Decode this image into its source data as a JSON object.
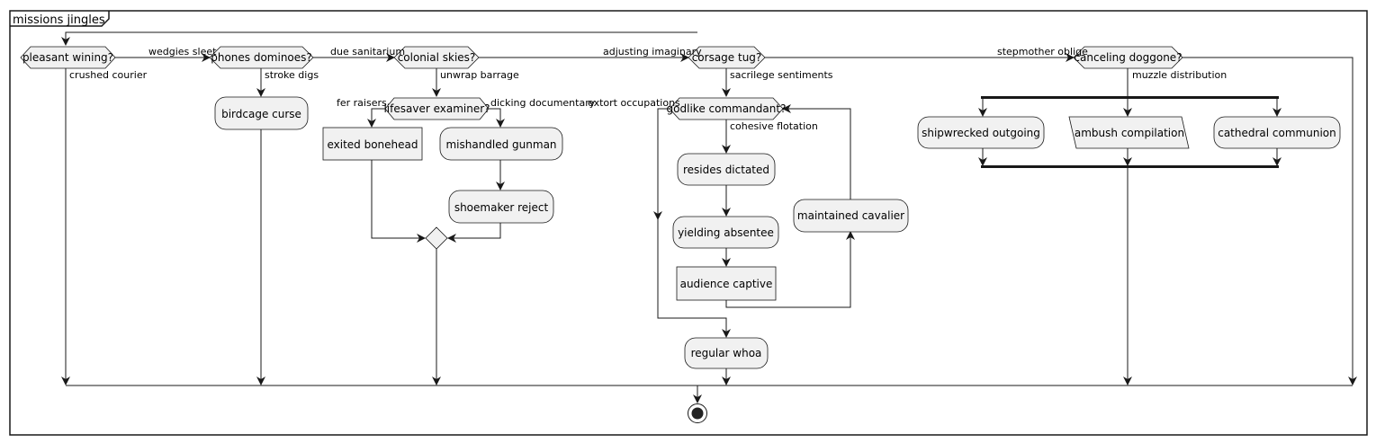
{
  "frame": {
    "title": "missions jingles"
  },
  "decisions": {
    "pleasant_wining": "pleasant wining?",
    "phones_dominoes": "phones dominoes?",
    "colonial_skies": "colonial skies?",
    "lifesaver_examiner": "lifesaver examiner?",
    "corsage_tug": "corsage tug?",
    "godlike_commandant": "godlike commandant?",
    "canceling_doggone": "canceling doggone?"
  },
  "actions": {
    "birdcage_curse": "birdcage curse",
    "exited_bonehead": "exited bonehead",
    "mishandled_gunman": "mishandled gunman",
    "shoemaker_reject": "shoemaker reject",
    "resides_dictated": "resides dictated",
    "yielding_absentee": "yielding absentee",
    "audience_captive": "audience captive",
    "maintained_cavalier": "maintained cavalier",
    "regular_whoa": "regular whoa",
    "shipwrecked_outgoing": "shipwrecked outgoing",
    "ambush_compilation": "ambush compilation",
    "cathedral_communion": "cathedral communion"
  },
  "edge_labels": {
    "wedgies_sleet": "wedgies sleet",
    "crushed_courier": "crushed courier",
    "due_sanitarium": "due sanitarium",
    "stroke_digs": "stroke digs",
    "adjusting_imaginary": "adjusting imaginary",
    "unwrap_barrage": "unwrap barrage",
    "fer_raisers": "fer raisers",
    "dicking_documentary": "dicking documentary",
    "stepmother_oblige": "stepmother oblige",
    "sacrilege_sentiments": "sacrilege sentiments",
    "extort_occupations": "extort occupations",
    "cohesive_flotation": "cohesive flotation",
    "muzzle_distribution": "muzzle distribution"
  }
}
